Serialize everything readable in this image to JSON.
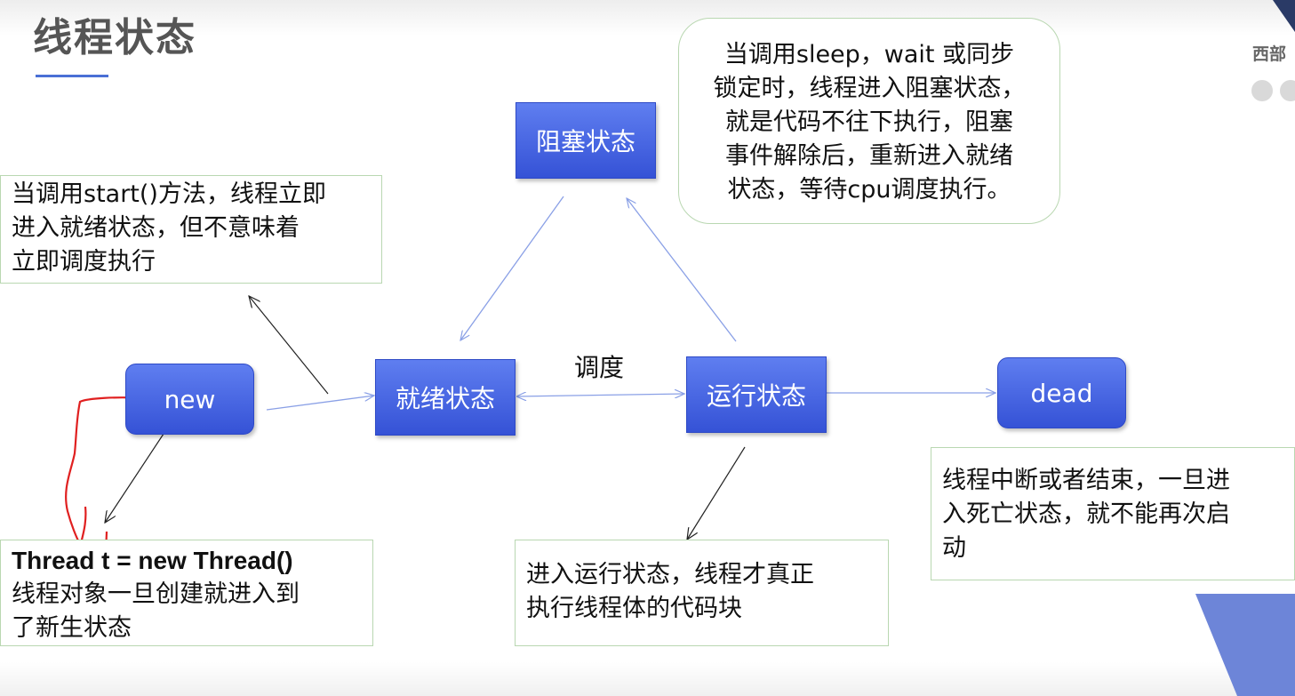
{
  "title": "线程状态",
  "brand": {
    "text": "西部"
  },
  "states": {
    "blocked": "阻塞状态",
    "new": "new",
    "ready": "就绪状态",
    "running": "运行状态",
    "dead": "dead"
  },
  "edge_label_schedule": "调度",
  "notes": {
    "blocked_desc": [
      "当调用sleep，wait 或同步",
      "锁定时，线程进入阻塞状态，",
      "就是代码不往下执行，阻塞",
      "事件解除后，重新进入就绪",
      "状态，等待cpu调度执行。"
    ],
    "start_desc": [
      "当调用start()方法，线程立即",
      "进入就绪状态，但不意味着",
      "立即调度执行"
    ],
    "new_desc_code": "Thread t = new Thread()",
    "new_desc": [
      "线程对象一旦创建就进入到",
      "了新生状态"
    ],
    "running_desc": [
      "进入运行状态，线程才真正",
      "执行线程体的代码块"
    ],
    "dead_desc": [
      "线程中断或者结束，一旦进",
      "入死亡状态，就不能再次启",
      "动"
    ]
  },
  "colors": {
    "state_fill": "#4a66e6",
    "note_border": "#b9d7b1",
    "arrow_blue": "#8aa0e6",
    "arrow_black": "#222222",
    "annotation_red": "#e02020"
  }
}
